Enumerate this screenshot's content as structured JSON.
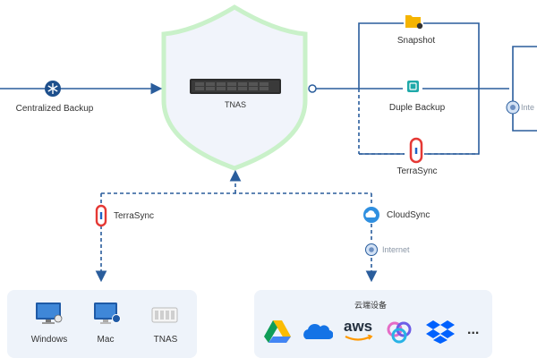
{
  "colors": {
    "line": "#2a5d9c",
    "shield_stroke": "#c9f1c9",
    "shield_fill": "#f1f4fb",
    "panel": "#eef3fa",
    "snapshot_folder": "#f5b400",
    "terrasync_red": "#e53935",
    "terrasync_blue": "#1e63c6",
    "cloudsync_blue": "#2f8fe0",
    "teal": "#1fa9a9"
  },
  "nodes": {
    "centralized_backup": "Centralized Backup",
    "tnas": "TNAS",
    "snapshot": "Snapshot",
    "duple_backup": "Duple Backup",
    "terrasync_right": "TerraSync",
    "internet_right": "Inte",
    "terrasync_left": "TerraSync",
    "cloudsync": "CloudSync",
    "internet_bottom": "Internet"
  },
  "devices_panel": {
    "items": [
      {
        "label": "Windows",
        "icon": "windows-pc-icon"
      },
      {
        "label": "Mac",
        "icon": "mac-icon"
      },
      {
        "label": "TNAS",
        "icon": "tnas-device-icon"
      }
    ]
  },
  "cloud_panel": {
    "title": "云端设备",
    "items": [
      {
        "icon": "google-drive-icon"
      },
      {
        "icon": "onedrive-icon"
      },
      {
        "icon": "aws-icon",
        "text": "aws"
      },
      {
        "icon": "pcloud-icon"
      },
      {
        "icon": "dropbox-icon"
      },
      {
        "icon": "more-icon",
        "text": "..."
      }
    ]
  }
}
